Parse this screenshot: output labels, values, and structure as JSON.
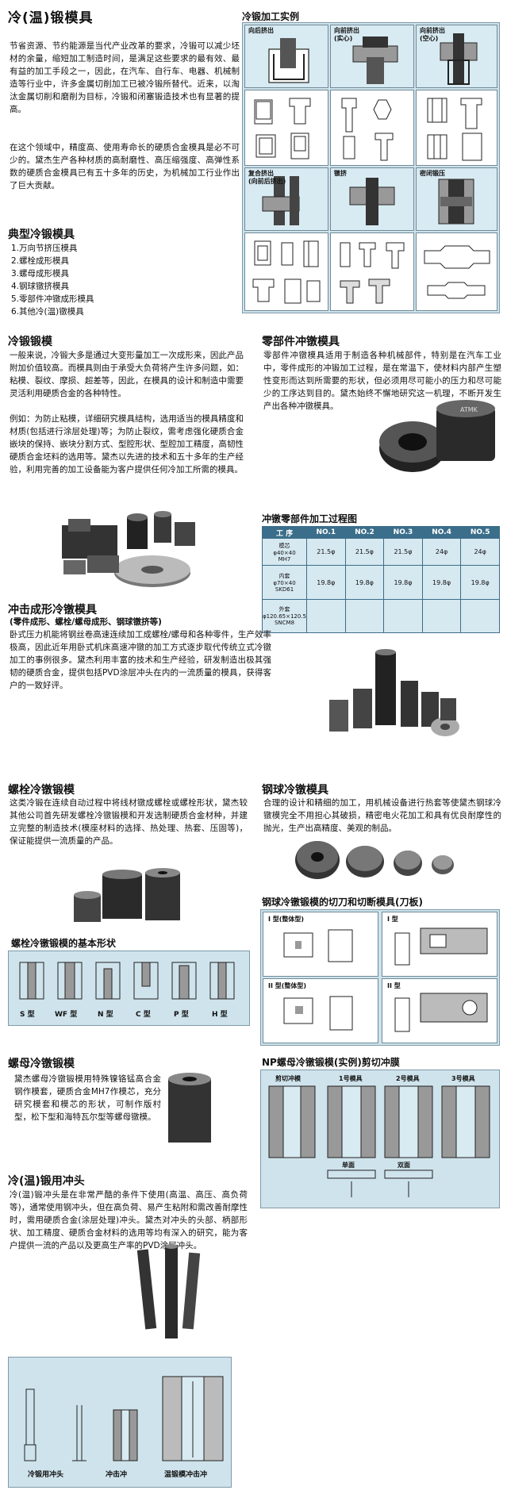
{
  "main": {
    "title": "冷(温)锻模具",
    "intro": "节省资源、节约能源是当代产业改革的要求，冷锻可以减少坯材的余量，缩短加工制造时间，是满足这些要求的最有效、最有益的加工手段之一，因此，在汽车、自行车、电器、机械制造等行业中，许多金属切削加工已被冷锻所替代。近来，以淘汰金属切削和磨削为目标，冷锻和闭塞锻造技术也有显著的提高。",
    "intro2": "在这个领域中，精度高、使用寿命长的硬质合金模具是必不可少的。黛杰生产各种材质的高耐磨性、高压缩强度、高弹性系数的硬质合金模具已有五十多年的历史，为机械加工行业作出了巨大贡献。"
  },
  "examples": {
    "title": "冷锻加工实例",
    "row1": [
      "向后挤出",
      "向前挤出\n(实心)",
      "向前挤出\n(空心)"
    ],
    "row3": [
      "复合挤出\n(向前后挤出)",
      "镦挤",
      "密闭锻压"
    ]
  },
  "typical": {
    "title": "典型冷锻模具",
    "items": [
      "1.万向节挤压模具",
      "2.螺栓成形模具",
      "3.螺母成形模具",
      "4.钢球镦挤模具",
      "5.零部件冲镦成形模具",
      "6.其他冷(温)镦模具"
    ]
  },
  "die": {
    "title": "冷锻锻模",
    "text": "一般来说，冷锻大多是通过大变形量加工一次成形来，因此产品附加价值较高。而模具则由于承受大负荷将产生许多问题，如：粘模、裂纹、摩损、超差等，因此，在模具的设计和制造中需要灵活利用硬质合金的各种特性。",
    "text2": "例如：为防止粘模，详细研究模具结构，选用适当的模具精度和材质(包括进行涂层处理)等；为防止裂纹，需考虑强化硬质合金嵌块的保持、嵌块分割方式、型腔形状、型腔加工精度，高韧性硬质合金坯料的选用等。黛杰以先进的技术和五十多年的生产经验，利用完善的加工设备能为客户提供任何冷加工所需的模具。"
  },
  "parts": {
    "title": "零部件冲镦模具",
    "text": "零部件冲镦模具适用于制造各种机械部件，特别是在汽车工业中，零件成形的冲锻加工过程，是在常温下，使材料内部产生塑性变形而达到所需要的形状，但必须用尽可能小的压力和尽可能少的工序达到目的。黛杰始终不懈地研究这一机理，不断开发生产出各种冲镦模具。",
    "logo": "ATMK"
  },
  "process": {
    "title": "冲镦零部件加工过程图",
    "headers": [
      "工 序",
      "NO.1",
      "NO.2",
      "NO.3",
      "NO.4",
      "NO.5"
    ],
    "rows": [
      {
        "label": "模芯\nφ40×40\nMH7",
        "dims": [
          "21.5φ",
          "21.5φ",
          "21.5φ",
          "24φ",
          "24φ"
        ]
      },
      {
        "label": "内套\nφ70×40\nSKD61",
        "dims": [
          "19.8φ",
          "19.8φ",
          "19.8φ",
          "19.8φ",
          "19.8φ"
        ]
      },
      {
        "label": "外套\nφ120.65×120.5\nSNCM8",
        "dims": [
          "",
          "",
          "",
          "",
          ""
        ]
      }
    ]
  },
  "impact": {
    "title": "冲击成形冷镦模具",
    "subtitle": "(零件成形、螺栓/螺母成形、钢球镦挤等)",
    "text": "卧式压力机能将钢丝卷高速连续加工成螺栓/螺母和各种零件，生产效率极高，因此近年用卧式机床高速冲镦的加工方式逐步取代传统立式冷镦加工的事例很多。黛杰利用丰富的技术和生产经验，研发制造出极其强韧的硬质合金，提供包括PVD涂层冲头在内的一流质量的模具，获得客户的一致好评。"
  },
  "bolt": {
    "title": "螺栓冷镦锻模",
    "text": "这类冷锻在连续自动过程中将线材镦成螺栓或螺栓形状，黛杰较其他公司首先研发螺栓冷镦锻模和开发选制硬质合金材种，并建立完整的制造技术(模座材料的选择、热处理、热套、压固等)，保证能提供一流质量的产品。",
    "shapes_title": "螺栓冷镦锻模的基本形状",
    "shapes": [
      "S 型",
      "WF 型",
      "N 型",
      "C 型",
      "P 型",
      "H 型"
    ]
  },
  "ball": {
    "title": "钢球冷镦模具",
    "text": "合理的设计和精细的加工，用机械设备进行热套等使黛杰钢球冷镦模完全不用担心其破损，精密电火花加工和具有优良耐摩性的抛光，生产出高精度、美观的制品。",
    "cut_title": "钢球冷镦锻模的切刀和切断模具(刀板)",
    "panel_labels": [
      "I 型(整体型)",
      "I 型",
      "II 型(整体型)",
      "II 型"
    ]
  },
  "nut": {
    "title": "螺母冷镦锻模",
    "text": "黛杰螺母冷镦锻模用特殊镍铬锰高合金钢作模套，硬质合金MH7作模芯，充分研究模套和模芯的形状，可制作版村型，松下型和海特瓦尔型等螺母镦模。",
    "np_title": "NP螺母冷镦锻模(实例)剪切冲膜",
    "np_labels": [
      "剪切冲模",
      "1号模具",
      "2号模具",
      "3号模具",
      "单面",
      "双面"
    ]
  },
  "punch": {
    "title": "冷(温)锻用冲头",
    "text": "冷(温)锻冲头是在非常严酷的条件下使用(高温、高压、高负荷等)，通常使用钢冲头，但在高负荷、易产生粘附和需改善耐摩性时，需用硬质合金(涂层处理)冲头。黛杰对冲头的头部、柄部形状、加工精度、硬质合金材料的选用等均有深入的研究，能为客户提供一流的产品以及更高生产率的PVD涂层冲头。",
    "labels": [
      "冷锻用冲头",
      "冲击冲",
      "温锻模冲击冲"
    ]
  }
}
